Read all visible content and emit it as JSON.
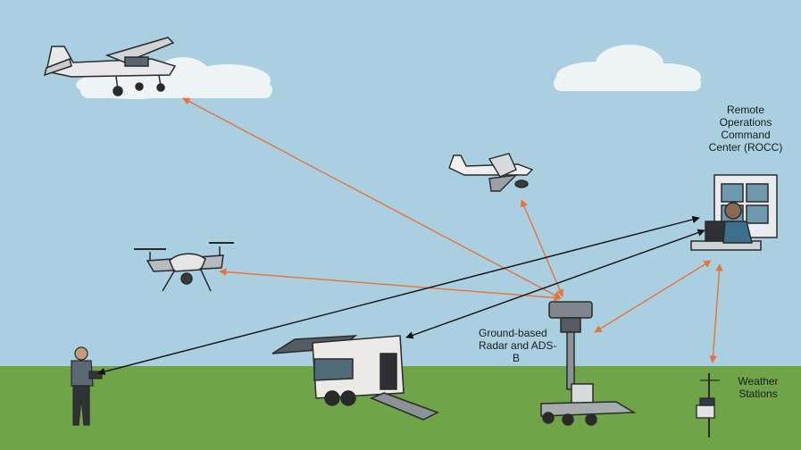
{
  "labels": {
    "rocc": [
      "Remote",
      "Operations",
      "Command",
      "Center (ROCC)"
    ],
    "radar": [
      "Ground-based",
      "Radar and ADS-",
      "B"
    ],
    "weather": [
      "Weather",
      "Stations"
    ]
  },
  "colors": {
    "sky": "#a9cfe1",
    "grass": "#6fa548",
    "orange_link": "#e8733a",
    "black_link": "#111111",
    "cloud": "#eef3f6"
  }
}
